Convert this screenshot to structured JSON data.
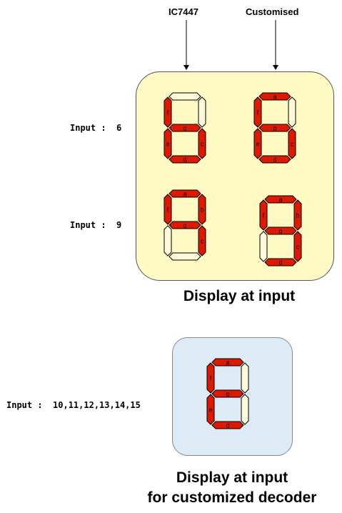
{
  "labels": {
    "ic7447": "IC7447",
    "customised": "Customised",
    "input_6": "Input :  6",
    "input_9": "Input :  9",
    "input_range": "Input :  10,11,12,13,14,15"
  },
  "captions": {
    "display_at_input": "Display at input",
    "customized_line1": "Display at input",
    "customized_line2": "for customized decoder"
  },
  "colors": {
    "top_panel_fill": "#FFF9C4",
    "top_panel_stroke": "#555555",
    "bottom_panel_fill": "#DDEBF7",
    "bottom_panel_stroke": "#888888",
    "segment_on": "#DD1A00",
    "segment_off": "#FFF8D9",
    "segment_stroke": "#000000"
  },
  "displays": [
    {
      "id": "ic7447-6",
      "lit": [
        "c",
        "d",
        "e",
        "f",
        "g"
      ],
      "letters": {
        "f": "f",
        "g": "g",
        "e": "e",
        "c": "c",
        "d": "d"
      }
    },
    {
      "id": "custom-6",
      "lit": [
        "a",
        "c",
        "d",
        "e",
        "f",
        "g"
      ],
      "letters": {
        "a": "a",
        "f": "f",
        "g": "g",
        "e": "e",
        "c": "c",
        "d": "d"
      }
    },
    {
      "id": "ic7447-9",
      "lit": [
        "a",
        "b",
        "c",
        "f",
        "g"
      ],
      "letters": {
        "a": "a",
        "f": "f",
        "b": "b",
        "g": "g",
        "c": "c"
      }
    },
    {
      "id": "custom-9",
      "lit": [
        "a",
        "b",
        "c",
        "d",
        "f",
        "g"
      ],
      "letters": {
        "a": "a",
        "f": "f",
        "b": "b",
        "g": "g",
        "c": "c",
        "d": "d"
      }
    },
    {
      "id": "custom-10-15",
      "lit": [
        "a",
        "d",
        "e",
        "f",
        "g"
      ],
      "letters": {
        "a": "a",
        "f": "f",
        "g": "g",
        "e": "e",
        "d": "d"
      }
    }
  ]
}
